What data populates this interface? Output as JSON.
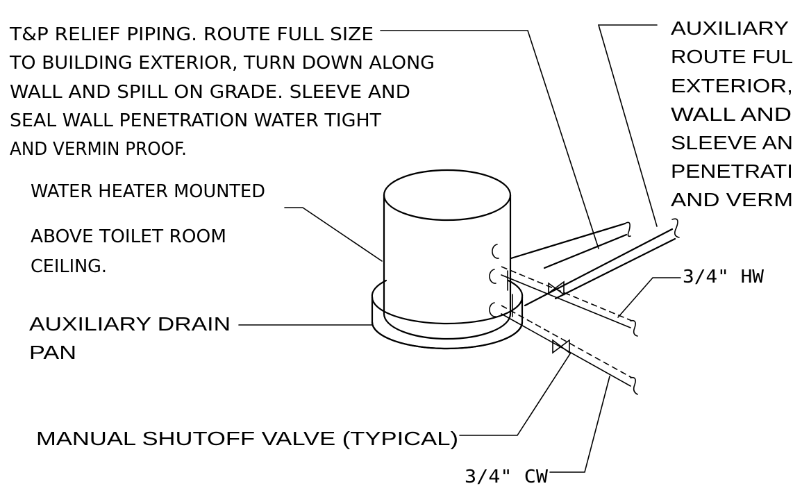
{
  "labels": {
    "tp_relief": [
      "T&P RELIEF PIPING.  ROUTE FULL SIZE",
      "TO BUILDING EXTERIOR, TURN DOWN ALONG",
      "WALL AND SPILL ON GRADE.  SLEEVE AND",
      "SEAL WALL PENETRATION WATER TIGHT",
      "AND VERMIN PROOF."
    ],
    "auxiliary_right": [
      "AUXILIARY",
      "ROUTE FUL",
      "EXTERIOR,",
      "WALL AND",
      "SLEEVE AN",
      "PENETRATI",
      "AND VERM"
    ],
    "water_heater": [
      "WATER HEATER MOUNTED",
      "ABOVE TOILET ROOM",
      "CEILING."
    ],
    "drain_pan": [
      "AUXILIARY DRAIN",
      "PAN"
    ],
    "shutoff_valve": "MANUAL SHUTOFF VALVE (TYPICAL)",
    "hot_water": "3/4\" HW",
    "cold_water": "3/4\" CW"
  }
}
